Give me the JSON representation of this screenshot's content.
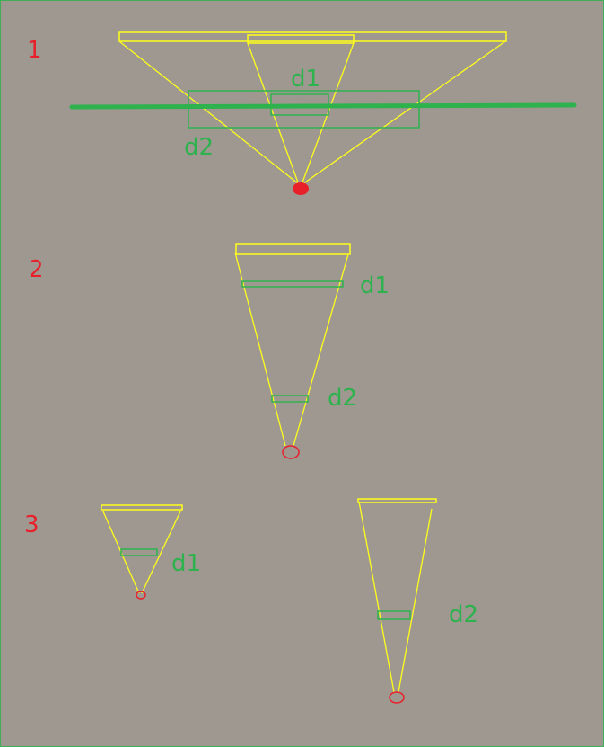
{
  "colors": {
    "background": "#9e9891",
    "frame": "#3fae55",
    "projection": "#ffff1a",
    "depth": "#2eb24d",
    "number": "#e8202a",
    "focal": "#e8202a"
  },
  "panels": [
    {
      "number": "1",
      "labels": {
        "d1": "d1",
        "d2": "d2"
      }
    },
    {
      "number": "2",
      "labels": {
        "d1": "d1",
        "d2": "d2"
      }
    },
    {
      "number": "3",
      "labels": {
        "d1": "d1",
        "d2": "d2"
      }
    }
  ]
}
